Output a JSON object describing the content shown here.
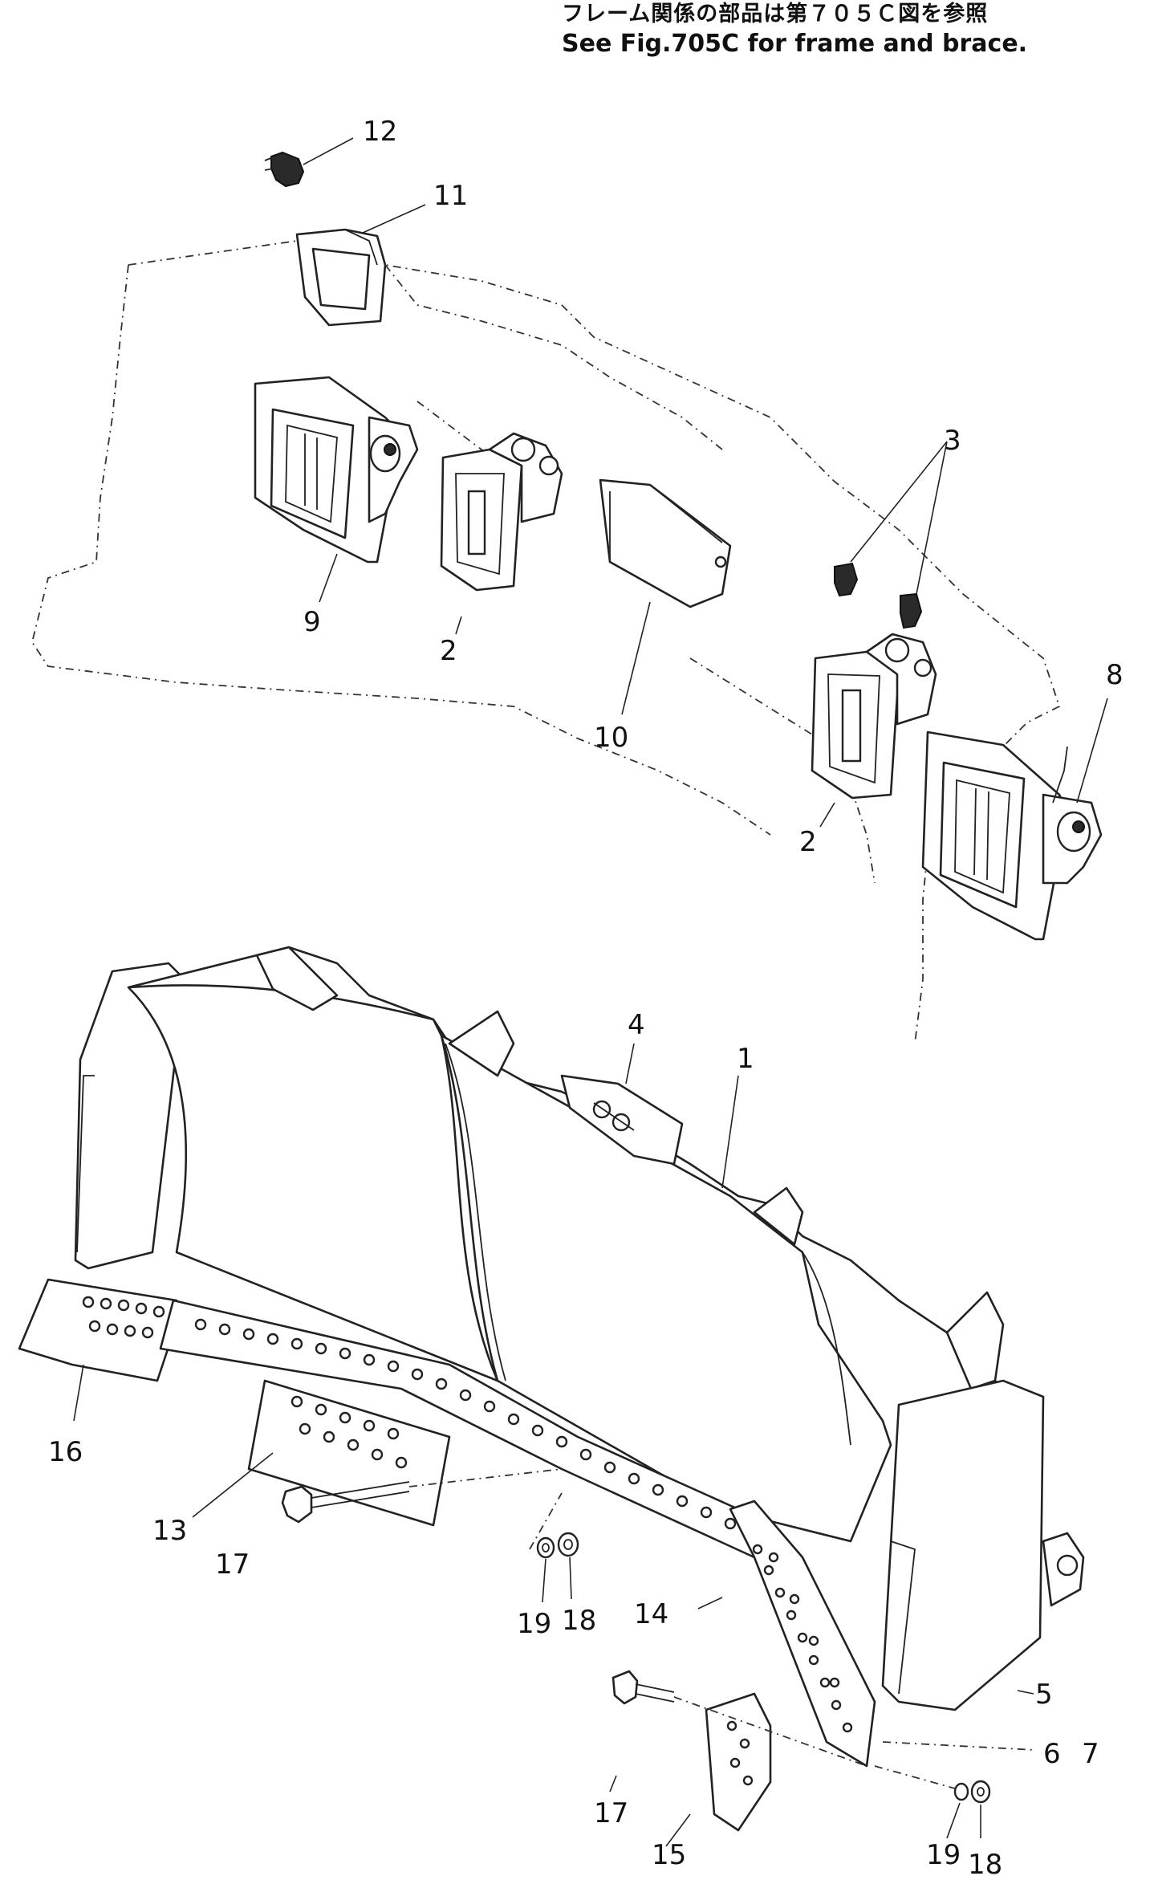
{
  "header": {
    "japanese_note": "フレーム関係の部品は第７０５Ｃ図を参照",
    "english_note": "See Fig.705C for frame and brace."
  },
  "callouts": {
    "c1": "1",
    "c2a": "2",
    "c2b": "2",
    "c3": "3",
    "c4": "4",
    "c5": "5",
    "c6": "6",
    "c7": "7",
    "c8": "8",
    "c9": "9",
    "c10": "10",
    "c11": "11",
    "c12": "12",
    "c13": "13",
    "c14": "14",
    "c15": "15",
    "c16": "16",
    "c17a": "17",
    "c17b": "17",
    "c18a": "18",
    "c18b": "18",
    "c19a": "19",
    "c19b": "19"
  }
}
